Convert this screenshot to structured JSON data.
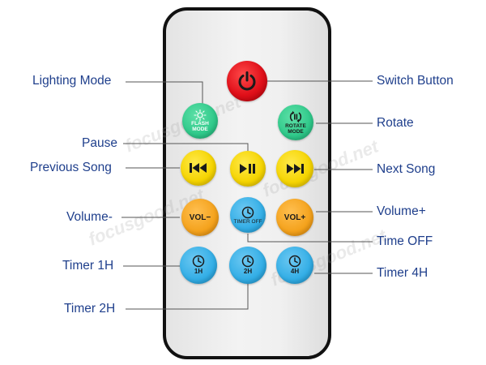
{
  "labels": {
    "lighting_mode": "Lighting Mode",
    "switch_button": "Switch Button",
    "rotate": "Rotate",
    "pause": "Pause",
    "previous_song": "Previous Song",
    "next_song": "Next Song",
    "volume_minus": "Volume-",
    "volume_plus": "Volume+",
    "time_off": "Time OFF",
    "timer_1h": "Timer 1H",
    "timer_4h": "Timer 4H",
    "timer_2h": "Timer 2H"
  },
  "buttons": {
    "flash_mode": {
      "line1": "FLASH",
      "line2": "MODE"
    },
    "rotate_mode": {
      "line1": "ROTATE",
      "line2": "MODE"
    },
    "vol_minus": "VOL−",
    "vol_plus": "VOL+",
    "timer_off": "TIMER OFF",
    "timer_1h": "1H",
    "timer_2h": "2H",
    "timer_4h": "4H"
  },
  "watermark": "focusgood.net",
  "colors": {
    "power": "#e0101a",
    "green": "#2fc98a",
    "yellow": "#f5d400",
    "orange": "#f4a21c",
    "blue": "#33aee6",
    "label_text": "#1f3f8c",
    "leader_line": "#555555"
  },
  "icons": {
    "power": "power-icon",
    "flash": "sun-icon",
    "rotate": "rotate-icon",
    "previous": "previous-track-icon",
    "play_pause": "play-pause-icon",
    "next": "next-track-icon",
    "clock": "clock-icon"
  }
}
